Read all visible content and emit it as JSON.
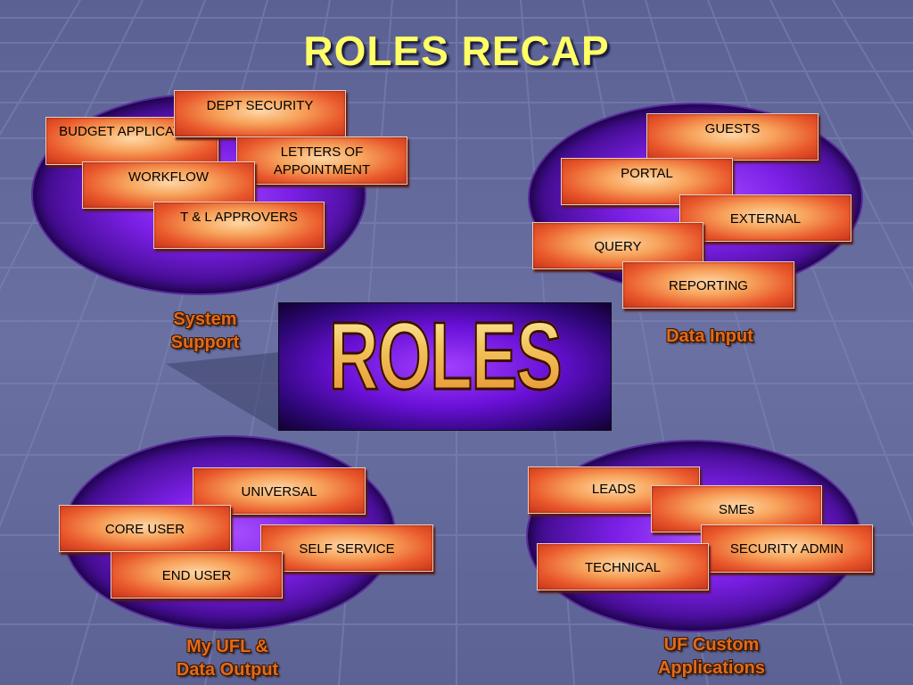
{
  "title": "ROLES RECAP",
  "center_label": "ROLES",
  "groups": {
    "system_support": {
      "caption_line1": "System",
      "caption_line2": "Support",
      "items": [
        "DEPT SECURITY",
        "BUDGET APPLICATION",
        "LETTERS OF APPOINTMENT",
        "WORKFLOW",
        "T & L APPROVERS"
      ]
    },
    "data_input": {
      "caption_line1": "Data Input",
      "items": [
        "GUESTS",
        "PORTAL",
        "EXTERNAL",
        "QUERY",
        "REPORTING"
      ]
    },
    "myufl": {
      "caption_line1": "My UFL &",
      "caption_line2": "Data Output",
      "items": [
        "UNIVERSAL",
        "CORE USER",
        "SELF SERVICE",
        "END USER"
      ]
    },
    "uf_custom": {
      "caption_line1": "UF Custom",
      "caption_line2": "Applications",
      "items": [
        "LEADS",
        "SMEs",
        "SECURITY ADMIN",
        "TECHNICAL"
      ]
    }
  },
  "colors": {
    "background": "#5d6394",
    "title": "#ffff66",
    "box_orange": "#e9582c",
    "ellipse_purple": "#7b1fe6",
    "caption": "#e06a1e"
  }
}
